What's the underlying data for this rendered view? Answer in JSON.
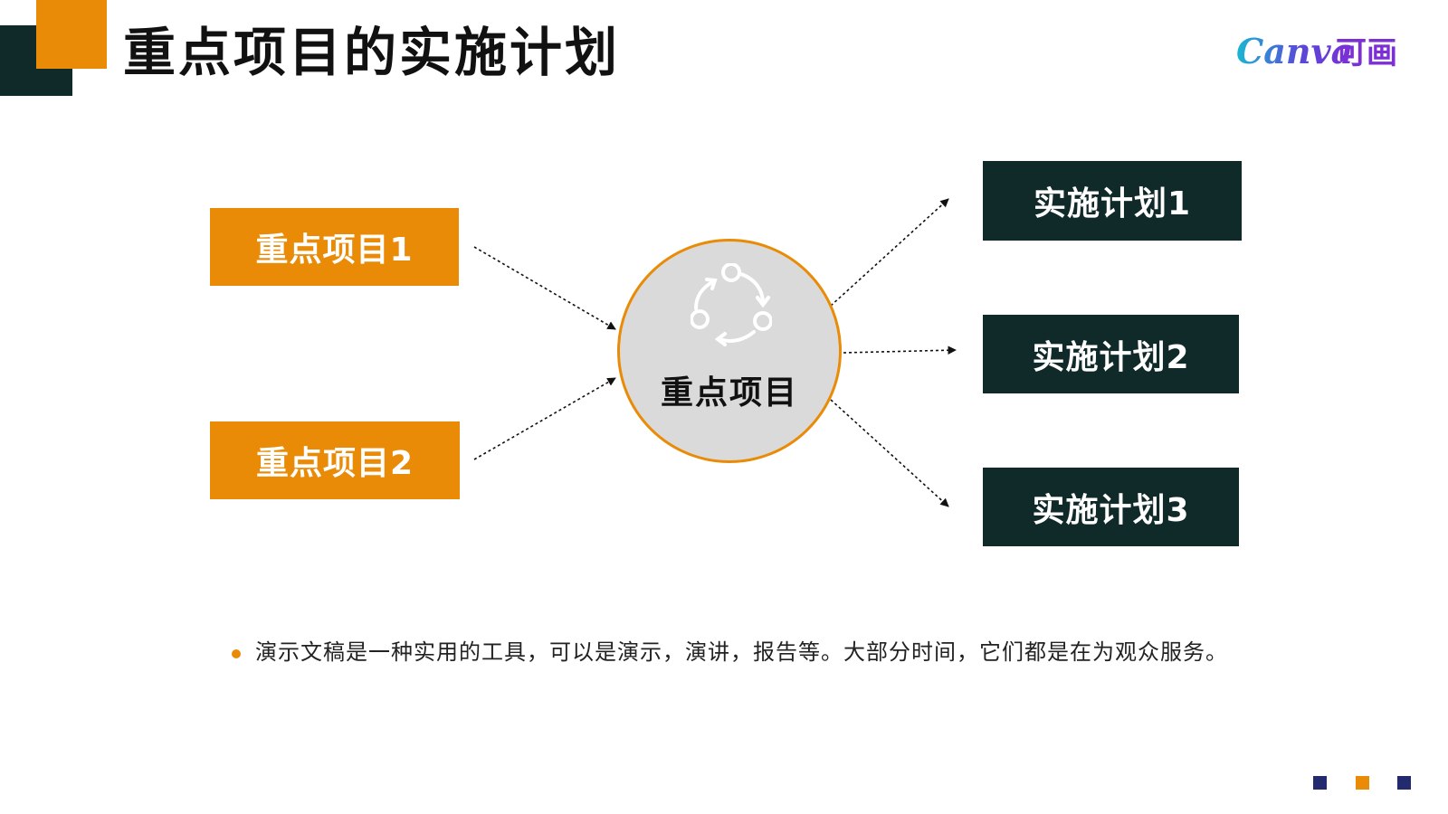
{
  "title": "重点项目的实施计划",
  "logo": {
    "text_latin": "Canva",
    "text_cn": "可画"
  },
  "projects": [
    {
      "label": "重点项目1"
    },
    {
      "label": "重点项目2"
    }
  ],
  "hub": {
    "label": "重点项目",
    "icon": "cycle-icon"
  },
  "plans": [
    {
      "label": "实施计划1"
    },
    {
      "label": "实施计划2"
    },
    {
      "label": "实施计划3"
    }
  ],
  "bullet": {
    "text": "演示文稿是一种实用的工具，可以是演示，演讲，报告等。大部分时间，它们都是在为观众服务。"
  },
  "colors": {
    "accent_orange": "#e98b06",
    "dark_teal": "#102a2a",
    "navy": "#232b6e",
    "hub_fill": "#dadada"
  }
}
